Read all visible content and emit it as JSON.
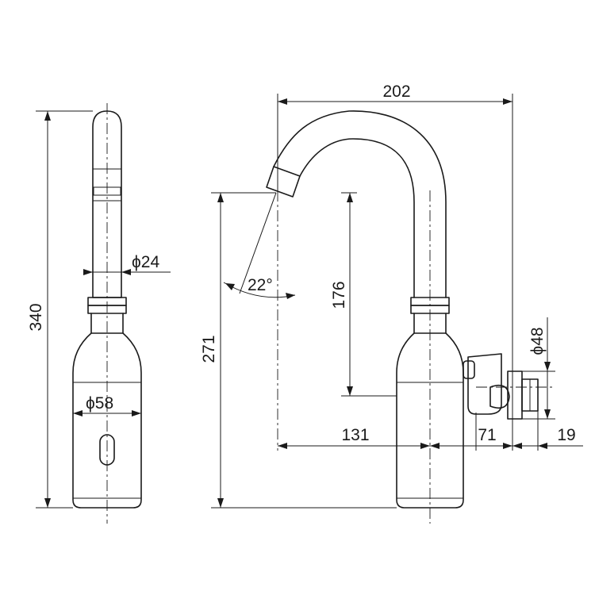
{
  "dimensions": {
    "height_total": "340",
    "spout_diameter": "ϕ24",
    "body_diameter": "ϕ58",
    "spout_reach": "202",
    "spout_height": "271",
    "outlet_to_base_height": "176",
    "spout_angle": "22°",
    "reach_131": "131",
    "offset_71": "71",
    "offset_19": "19",
    "inlet_diameter": "ϕ48"
  }
}
